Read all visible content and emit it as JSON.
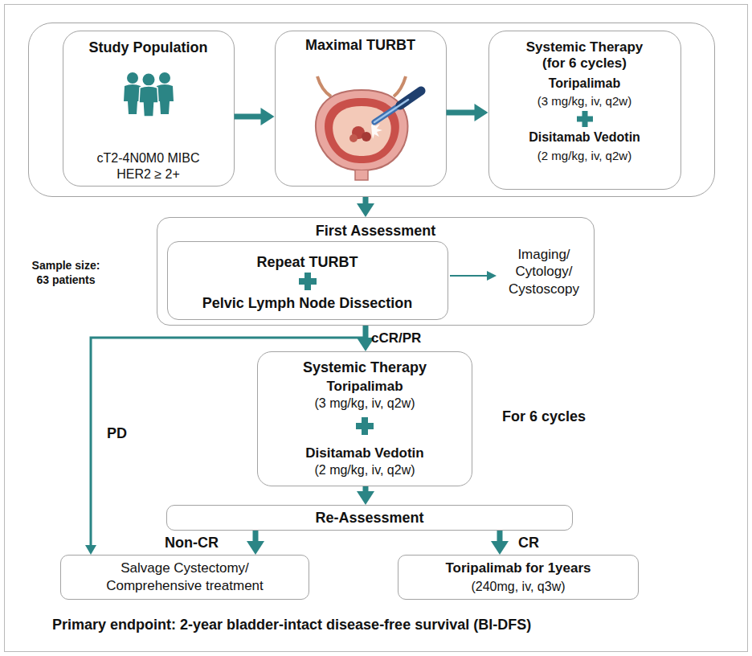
{
  "diagram": {
    "nodes": [
      {
        "text": []
      },
      {
        "text": [
          "Study Population",
          "cT2-4N0M0 MIBC HER2 ≥ 2+"
        ],
        "in": 0
      },
      {
        "text": [
          "Maximal TURBT"
        ],
        "in": 0
      },
      {
        "text": [
          "Systemic Therapy (for 6 cycles)",
          "Toripalimab",
          "(3 mg/kg, iv, q2w)",
          "Disitamab Vedotin",
          "(2 mg/kg, iv, q2w)"
        ],
        "in": 0
      },
      {
        "text": [
          "First Assessment"
        ]
      },
      {
        "text": [
          "Repeat TURBT",
          "Pelvic Lymph Node Dissection"
        ],
        "in": 4
      },
      {
        "text": [
          "Systemic Therapy",
          "Toripalimab",
          "(3 mg/kg, iv, q2w)",
          "Disitamab Vedotin",
          "(2 mg/kg, iv, q2w)"
        ]
      },
      {
        "text": [
          "Re-Assessment"
        ]
      },
      {
        "text": [
          "Salvage Cystectomy/ Comprehensive treatment"
        ]
      },
      {
        "text": [
          "Toripalimab for 1years",
          "(240mg, iv, q3w)"
        ]
      }
    ],
    "edges": [
      {
        "from": 1,
        "to": 2,
        "arrow": "to"
      },
      {
        "from": 2,
        "to": 3,
        "arrow": "to"
      },
      {
        "from": 0,
        "to": 4,
        "arrow": "to"
      },
      {
        "from": 4,
        "to": 6,
        "label": "cCR/PR",
        "arrow": "to"
      },
      {
        "from": 4,
        "to": 8,
        "label": "PD",
        "arrow": "to"
      },
      {
        "from": 6,
        "to": 7,
        "arrow": "to"
      },
      {
        "from": 7,
        "to": 8,
        "label": "Non-CR",
        "arrow": "to"
      },
      {
        "from": 7,
        "to": 9,
        "label": "CR",
        "arrow": "to"
      }
    ],
    "labels": [
      "Sample size: 63 patients",
      "Imaging/ Cytology/ Cystoscopy",
      "For 6 cycles",
      "Primary endpoint: 2-year bladder-intact disease-free survival (BI-DFS)"
    ]
  }
}
